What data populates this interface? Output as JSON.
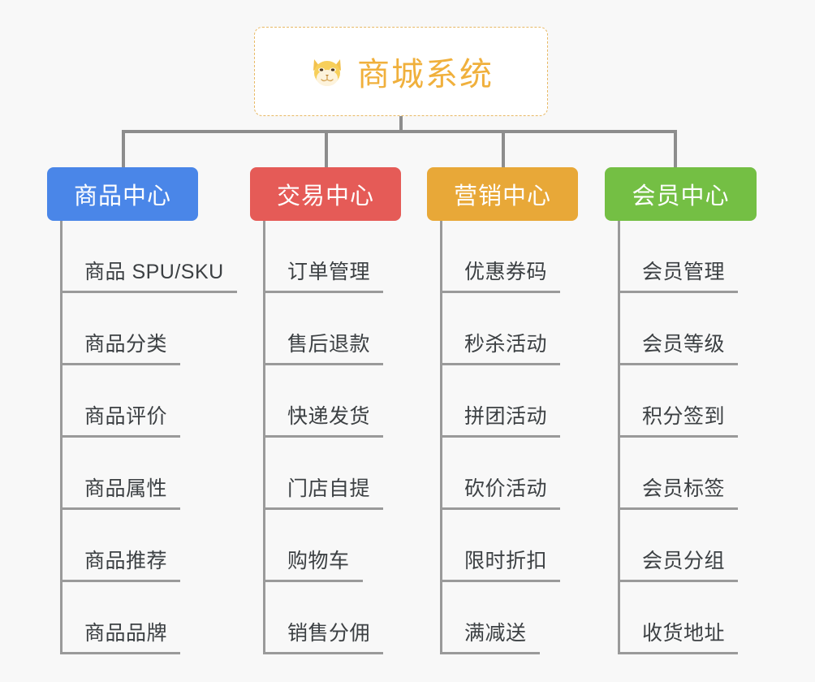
{
  "root": {
    "icon": "shiba-dog-face-icon",
    "title": "商城系统"
  },
  "colors": {
    "background": "#f8f8f8",
    "root_text": "#f0b03c",
    "root_border": "#e8b964",
    "connector": "#8d8d8d",
    "leaf_line": "#9a9a9a",
    "leaf_text": "#3c4043",
    "branch_blue": "#4a86e8",
    "branch_red": "#e55b57",
    "branch_orange": "#e8a838",
    "branch_green": "#74bf44"
  },
  "branches": [
    {
      "label": "商品中心",
      "color": "#4a86e8",
      "items": [
        "商品 SPU/SKU",
        "商品分类",
        "商品评价",
        "商品属性",
        "商品推荐",
        "商品品牌"
      ]
    },
    {
      "label": "交易中心",
      "color": "#e55b57",
      "items": [
        "订单管理",
        "售后退款",
        "快递发货",
        "门店自提",
        "购物车",
        "销售分佣"
      ]
    },
    {
      "label": "营销中心",
      "color": "#e8a838",
      "items": [
        "优惠券码",
        "秒杀活动",
        "拼团活动",
        "砍价活动",
        "限时折扣",
        "满减送"
      ]
    },
    {
      "label": "会员中心",
      "color": "#74bf44",
      "items": [
        "会员管理",
        "会员等级",
        "积分签到",
        "会员标签",
        "会员分组",
        "收货地址"
      ]
    }
  ]
}
